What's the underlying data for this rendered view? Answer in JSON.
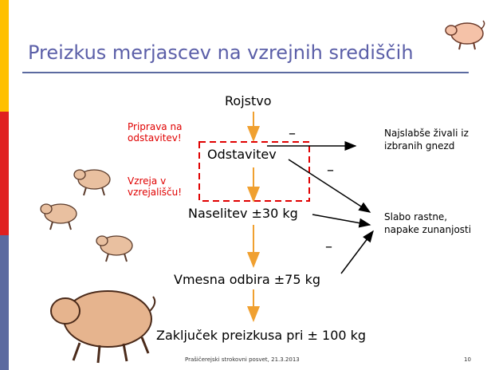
{
  "slide": {
    "title": "Preizkus merjascev na vzrejnih središčih",
    "footer": "Prašičerejski strokovni posvet, 21.3.2013",
    "page_number": "10",
    "stripe_colors": [
      "#ffc000",
      "#e02020",
      "#5b6aa0"
    ]
  },
  "flow": {
    "stages": [
      "Rojstvo",
      "Odstavitev",
      "Naselitev ±30 kg",
      "Vmesna odbira ±75 kg",
      "Zaključek preizkusa pri ± 100 kg"
    ],
    "annotations": [
      "Priprava na\nodstavitev!",
      "Vzreja v\nvzrejališču!"
    ],
    "outcomes": [
      "Najslabše živali iz\nizbranih gnezd",
      "Slabo rastne,\nnapake zunanjosti"
    ],
    "minus_sign": "–"
  }
}
